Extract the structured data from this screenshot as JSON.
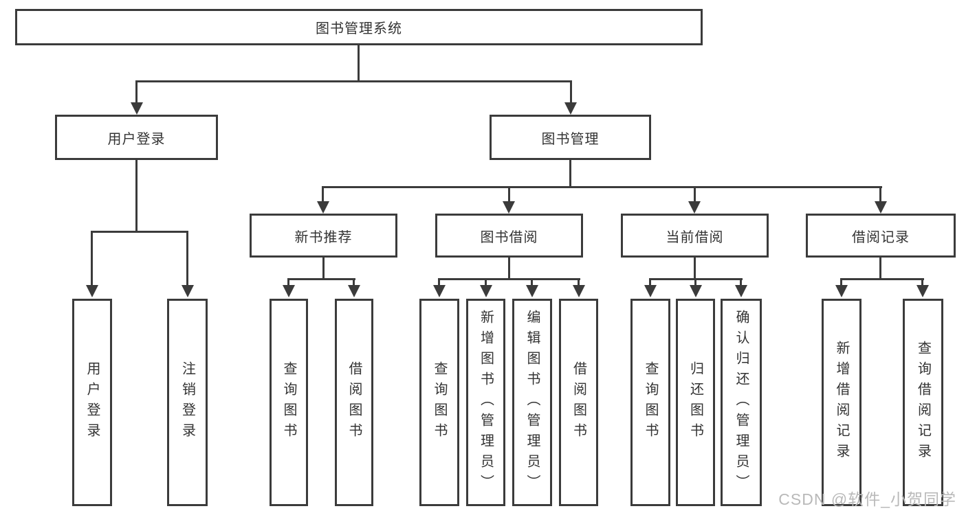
{
  "diagram": {
    "root": {
      "label": "图书管理系统"
    },
    "level2": [
      {
        "label": "用户登录"
      },
      {
        "label": "图书管理"
      }
    ],
    "level3": [
      {
        "label": "新书推荐"
      },
      {
        "label": "图书借阅"
      },
      {
        "label": "当前借阅"
      },
      {
        "label": "借阅记录"
      }
    ],
    "leaves": [
      {
        "label": "用户登录"
      },
      {
        "label": "注销登录"
      },
      {
        "label": "查询图书"
      },
      {
        "label": "借阅图书"
      },
      {
        "label": "查询图书"
      },
      {
        "label": "新增图书（管理员）"
      },
      {
        "label": "编辑图书（管理员）"
      },
      {
        "label": "借阅图书"
      },
      {
        "label": "查询图书"
      },
      {
        "label": "归还图书"
      },
      {
        "label": "确认归还（管理员）"
      },
      {
        "label": "新增借阅记录"
      },
      {
        "label": "查询借阅记录"
      }
    ]
  },
  "watermark": {
    "text": "CSDN @软件_小贺同学"
  },
  "colors": {
    "line": "#3b3b3b",
    "text": "#333333",
    "watermark": "#b9b9b9",
    "background": "#ffffff"
  }
}
